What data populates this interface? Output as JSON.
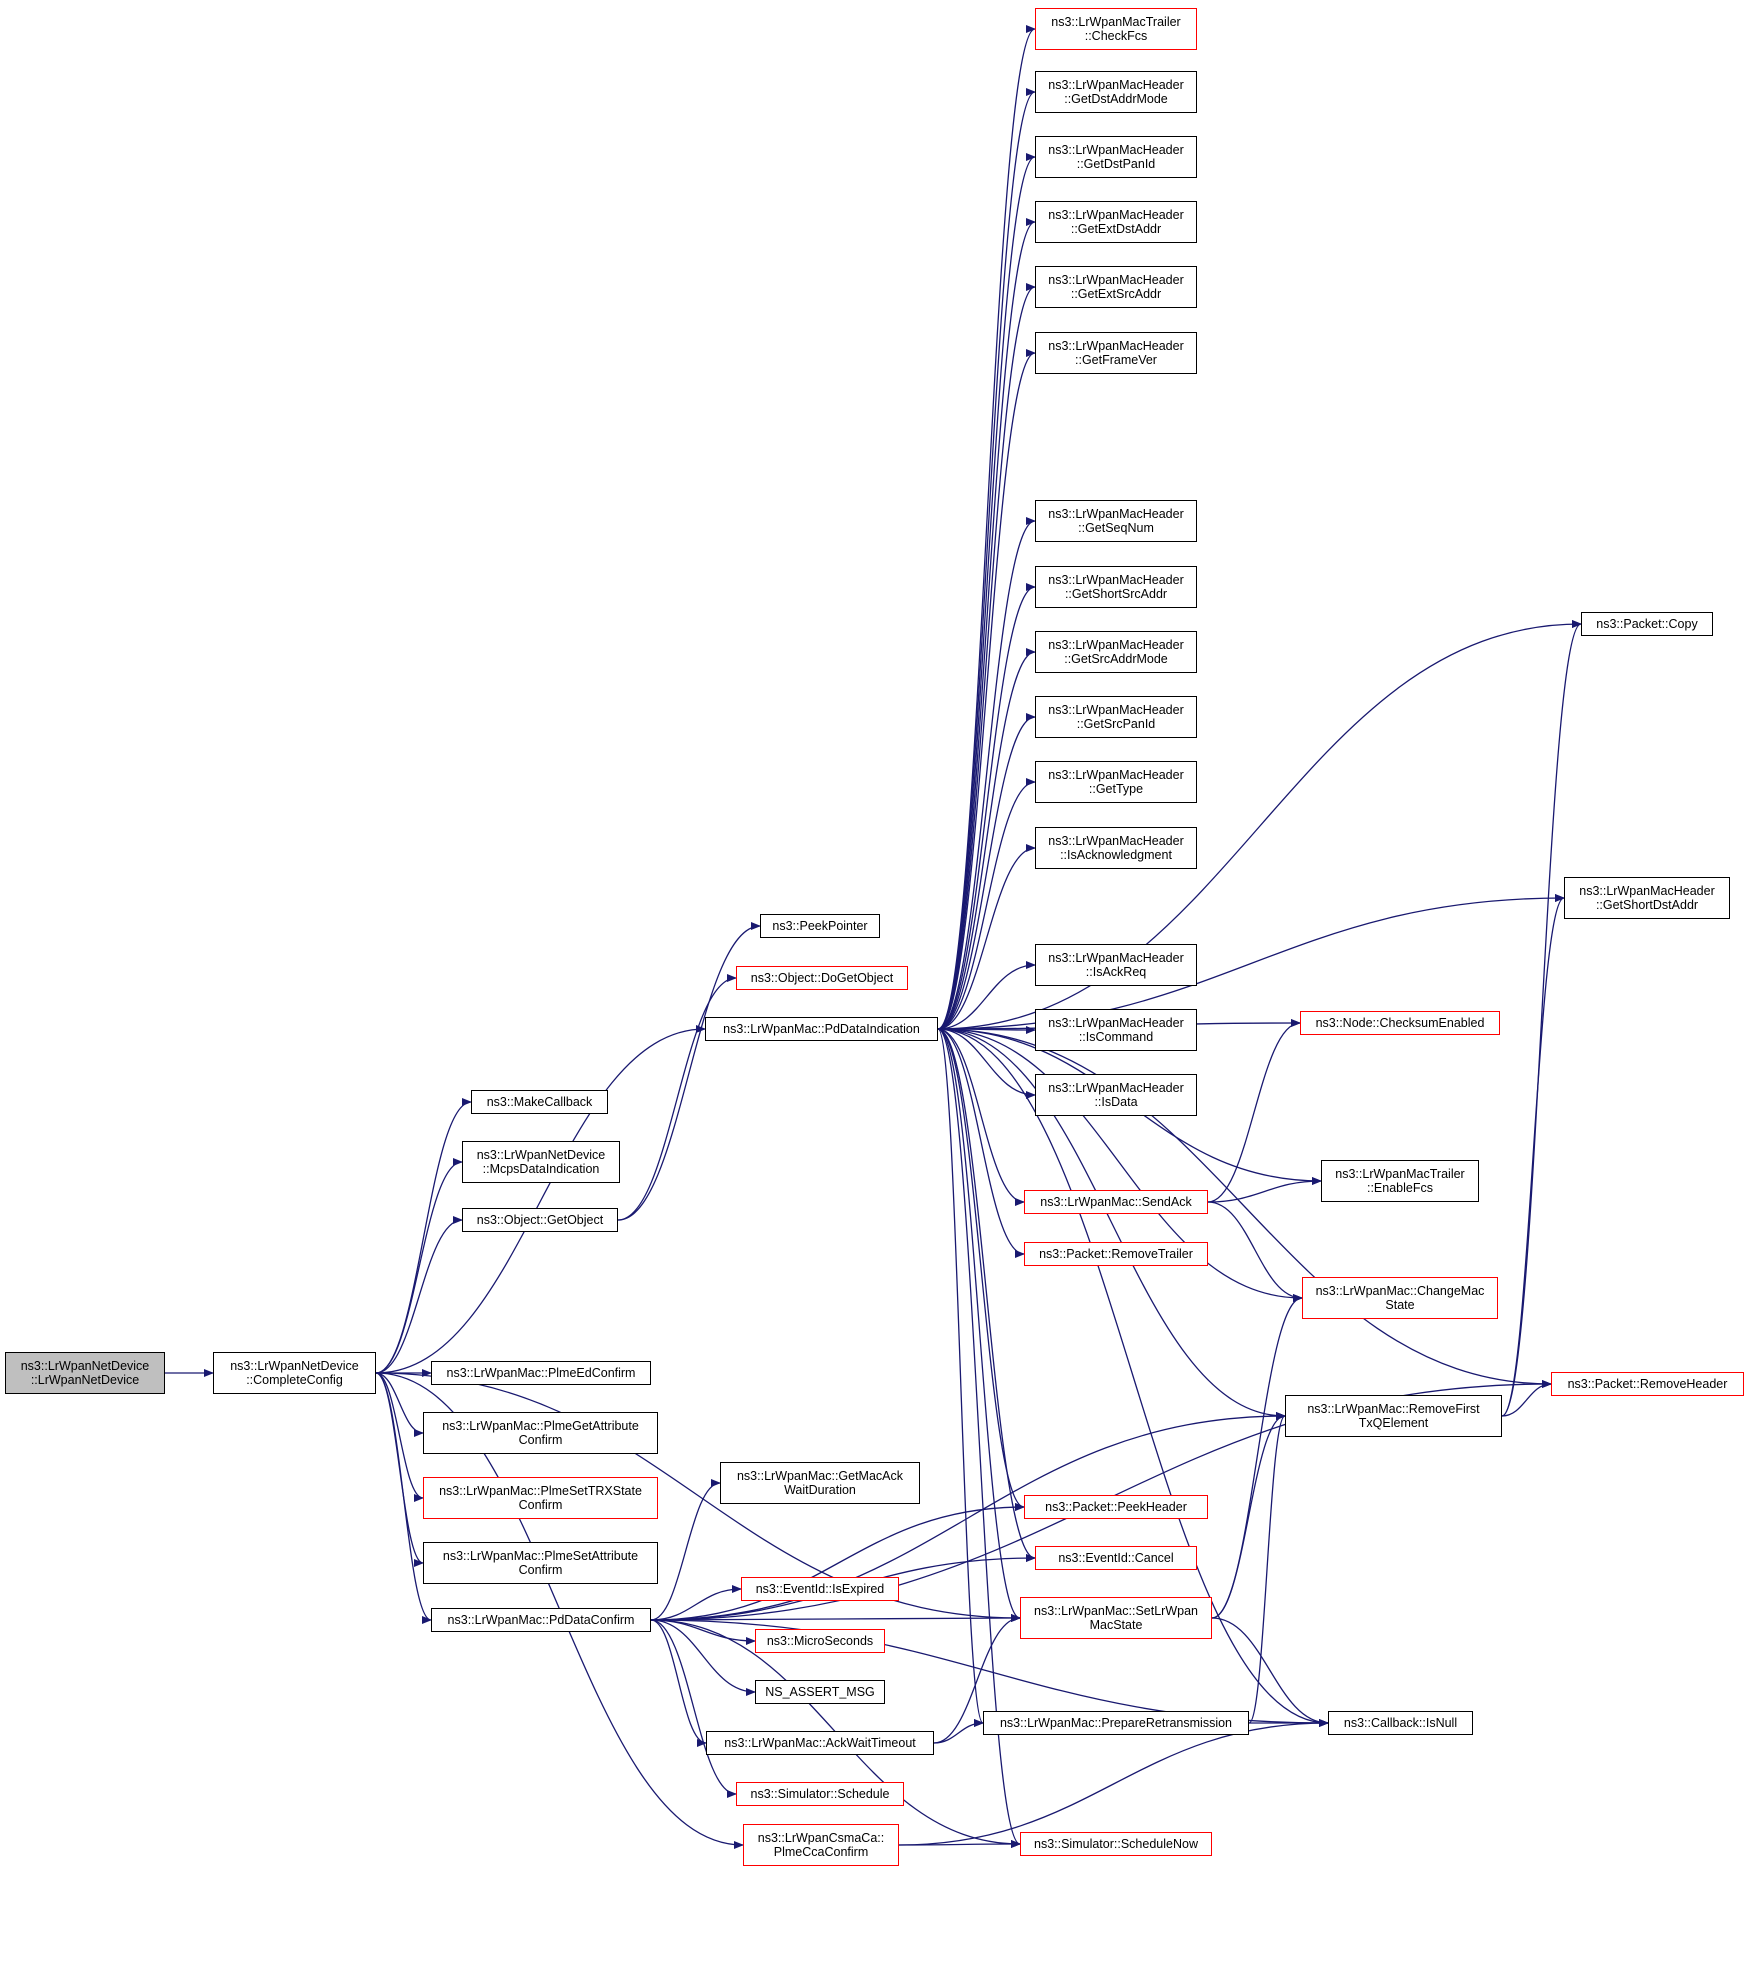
{
  "colors": {
    "edge": "#191970",
    "node_border": "#000000",
    "external_node_border": "#ff0000",
    "root_fill": "#bfbfbf",
    "background": "#ffffff"
  },
  "nodes": [
    {
      "id": "ctor",
      "lines": [
        "ns3::LrWpanNetDevice",
        "::LrWpanNetDevice"
      ],
      "style": "root"
    },
    {
      "id": "complete_config",
      "lines": [
        "ns3::LrWpanNetDevice",
        "::CompleteConfig"
      ],
      "style": "normal"
    },
    {
      "id": "make_callback",
      "lines": [
        "ns3::MakeCallback"
      ],
      "style": "normal"
    },
    {
      "id": "mcps_data_indication",
      "lines": [
        "ns3::LrWpanNetDevice",
        "::McpsDataIndication"
      ],
      "style": "normal"
    },
    {
      "id": "get_object",
      "lines": [
        "ns3::Object::GetObject"
      ],
      "style": "normal"
    },
    {
      "id": "plme_ed_confirm",
      "lines": [
        "ns3::LrWpanMac::PlmeEdConfirm"
      ],
      "style": "normal"
    },
    {
      "id": "plme_get_attribute_confirm",
      "lines": [
        "ns3::LrWpanMac::PlmeGetAttribute",
        "Confirm"
      ],
      "style": "normal"
    },
    {
      "id": "plme_set_trx_state_confirm",
      "lines": [
        "ns3::LrWpanMac::PlmeSetTRXState",
        "Confirm"
      ],
      "style": "external"
    },
    {
      "id": "plme_set_attribute_confirm",
      "lines": [
        "ns3::LrWpanMac::PlmeSetAttribute",
        "Confirm"
      ],
      "style": "normal"
    },
    {
      "id": "pd_data_confirm",
      "lines": [
        "ns3::LrWpanMac::PdDataConfirm"
      ],
      "style": "normal"
    },
    {
      "id": "csma_plme_cca_confirm",
      "lines": [
        "ns3::LrWpanCsmaCa::",
        "PlmeCcaConfirm"
      ],
      "style": "external"
    },
    {
      "id": "peek_pointer",
      "lines": [
        "ns3::PeekPointer"
      ],
      "style": "normal"
    },
    {
      "id": "do_get_object",
      "lines": [
        "ns3::Object::DoGetObject"
      ],
      "style": "external"
    },
    {
      "id": "pd_data_indication",
      "lines": [
        "ns3::LrWpanMac::PdDataIndication"
      ],
      "style": "normal"
    },
    {
      "id": "get_mac_ack_wait_duration",
      "lines": [
        "ns3::LrWpanMac::GetMacAck",
        "WaitDuration"
      ],
      "style": "normal"
    },
    {
      "id": "event_id_is_expired",
      "lines": [
        "ns3::EventId::IsExpired"
      ],
      "style": "external"
    },
    {
      "id": "micro_seconds",
      "lines": [
        "ns3::MicroSeconds"
      ],
      "style": "external"
    },
    {
      "id": "ns_assert_msg",
      "lines": [
        "NS_ASSERT_MSG"
      ],
      "style": "normal"
    },
    {
      "id": "ack_wait_timeout",
      "lines": [
        "ns3::LrWpanMac::AckWaitTimeout"
      ],
      "style": "normal"
    },
    {
      "id": "simulator_schedule",
      "lines": [
        "ns3::Simulator::Schedule"
      ],
      "style": "external"
    },
    {
      "id": "trailer_check_fcs",
      "lines": [
        "ns3::LrWpanMacTrailer",
        "::CheckFcs"
      ],
      "style": "external"
    },
    {
      "id": "get_dst_addr_mode",
      "lines": [
        "ns3::LrWpanMacHeader",
        "::GetDstAddrMode"
      ],
      "style": "normal"
    },
    {
      "id": "get_dst_pan_id",
      "lines": [
        "ns3::LrWpanMacHeader",
        "::GetDstPanId"
      ],
      "style": "normal"
    },
    {
      "id": "get_ext_dst_addr",
      "lines": [
        "ns3::LrWpanMacHeader",
        "::GetExtDstAddr"
      ],
      "style": "normal"
    },
    {
      "id": "get_ext_src_addr",
      "lines": [
        "ns3::LrWpanMacHeader",
        "::GetExtSrcAddr"
      ],
      "style": "normal"
    },
    {
      "id": "get_frame_ver",
      "lines": [
        "ns3::LrWpanMacHeader",
        "::GetFrameVer"
      ],
      "style": "normal"
    },
    {
      "id": "get_seq_num",
      "lines": [
        "ns3::LrWpanMacHeader",
        "::GetSeqNum"
      ],
      "style": "normal"
    },
    {
      "id": "get_short_src_addr",
      "lines": [
        "ns3::LrWpanMacHeader",
        "::GetShortSrcAddr"
      ],
      "style": "normal"
    },
    {
      "id": "get_src_addr_mode",
      "lines": [
        "ns3::LrWpanMacHeader",
        "::GetSrcAddrMode"
      ],
      "style": "normal"
    },
    {
      "id": "get_src_pan_id",
      "lines": [
        "ns3::LrWpanMacHeader",
        "::GetSrcPanId"
      ],
      "style": "normal"
    },
    {
      "id": "get_type",
      "lines": [
        "ns3::LrWpanMacHeader",
        "::GetType"
      ],
      "style": "normal"
    },
    {
      "id": "is_acknowledgment",
      "lines": [
        "ns3::LrWpanMacHeader",
        "::IsAcknowledgment"
      ],
      "style": "normal"
    },
    {
      "id": "is_ack_req",
      "lines": [
        "ns3::LrWpanMacHeader",
        "::IsAckReq"
      ],
      "style": "normal"
    },
    {
      "id": "is_command",
      "lines": [
        "ns3::LrWpanMacHeader",
        "::IsCommand"
      ],
      "style": "normal"
    },
    {
      "id": "is_data",
      "lines": [
        "ns3::LrWpanMacHeader",
        "::IsData"
      ],
      "style": "normal"
    },
    {
      "id": "send_ack",
      "lines": [
        "ns3::LrWpanMac::SendAck"
      ],
      "style": "external"
    },
    {
      "id": "packet_remove_trailer",
      "lines": [
        "ns3::Packet::RemoveTrailer"
      ],
      "style": "external"
    },
    {
      "id": "packet_peek_header",
      "lines": [
        "ns3::Packet::PeekHeader"
      ],
      "style": "external"
    },
    {
      "id": "event_id_cancel",
      "lines": [
        "ns3::EventId::Cancel"
      ],
      "style": "external"
    },
    {
      "id": "set_lr_wpan_mac_state",
      "lines": [
        "ns3::LrWpanMac::SetLrWpan",
        "MacState"
      ],
      "style": "external"
    },
    {
      "id": "prepare_retransmission",
      "lines": [
        "ns3::LrWpanMac::PrepareRetransmission"
      ],
      "style": "normal"
    },
    {
      "id": "simulator_schedule_now",
      "lines": [
        "ns3::Simulator::ScheduleNow"
      ],
      "style": "external"
    },
    {
      "id": "node_checksum_enabled",
      "lines": [
        "ns3::Node::ChecksumEnabled"
      ],
      "style": "external"
    },
    {
      "id": "trailer_enable_fcs",
      "lines": [
        "ns3::LrWpanMacTrailer",
        "::EnableFcs"
      ],
      "style": "normal"
    },
    {
      "id": "change_mac_state",
      "lines": [
        "ns3::LrWpanMac::ChangeMac",
        "State"
      ],
      "style": "external"
    },
    {
      "id": "remove_first_tx_q_element",
      "lines": [
        "ns3::LrWpanMac::RemoveFirst",
        "TxQElement"
      ],
      "style": "normal"
    },
    {
      "id": "callback_is_null",
      "lines": [
        "ns3::Callback::IsNull"
      ],
      "style": "normal"
    },
    {
      "id": "packet_copy",
      "lines": [
        "ns3::Packet::Copy"
      ],
      "style": "normal"
    },
    {
      "id": "get_short_dst_addr",
      "lines": [
        "ns3::LrWpanMacHeader",
        "::GetShortDstAddr"
      ],
      "style": "normal"
    },
    {
      "id": "packet_remove_header",
      "lines": [
        "ns3::Packet::RemoveHeader"
      ],
      "style": "external"
    }
  ],
  "edges": [
    [
      "ctor",
      "complete_config"
    ],
    [
      "complete_config",
      "make_callback"
    ],
    [
      "complete_config",
      "mcps_data_indication"
    ],
    [
      "complete_config",
      "get_object"
    ],
    [
      "complete_config",
      "pd_data_indication"
    ],
    [
      "complete_config",
      "plme_ed_confirm"
    ],
    [
      "complete_config",
      "plme_get_attribute_confirm"
    ],
    [
      "complete_config",
      "plme_set_trx_state_confirm"
    ],
    [
      "complete_config",
      "plme_set_attribute_confirm"
    ],
    [
      "complete_config",
      "pd_data_confirm"
    ],
    [
      "complete_config",
      "csma_plme_cca_confirm"
    ],
    [
      "complete_config",
      "set_lr_wpan_mac_state"
    ],
    [
      "get_object",
      "peek_pointer"
    ],
    [
      "get_object",
      "do_get_object"
    ],
    [
      "pd_data_indication",
      "trailer_check_fcs"
    ],
    [
      "pd_data_indication",
      "get_dst_addr_mode"
    ],
    [
      "pd_data_indication",
      "get_dst_pan_id"
    ],
    [
      "pd_data_indication",
      "get_ext_dst_addr"
    ],
    [
      "pd_data_indication",
      "get_ext_src_addr"
    ],
    [
      "pd_data_indication",
      "get_frame_ver"
    ],
    [
      "pd_data_indication",
      "packet_copy"
    ],
    [
      "pd_data_indication",
      "get_short_dst_addr"
    ],
    [
      "pd_data_indication",
      "get_seq_num"
    ],
    [
      "pd_data_indication",
      "get_short_src_addr"
    ],
    [
      "pd_data_indication",
      "get_src_addr_mode"
    ],
    [
      "pd_data_indication",
      "get_src_pan_id"
    ],
    [
      "pd_data_indication",
      "get_type"
    ],
    [
      "pd_data_indication",
      "is_acknowledgment"
    ],
    [
      "pd_data_indication",
      "node_checksum_enabled"
    ],
    [
      "pd_data_indication",
      "is_ack_req"
    ],
    [
      "pd_data_indication",
      "is_command"
    ],
    [
      "pd_data_indication",
      "is_data"
    ],
    [
      "pd_data_indication",
      "trailer_enable_fcs"
    ],
    [
      "pd_data_indication",
      "send_ack"
    ],
    [
      "pd_data_indication",
      "packet_remove_trailer"
    ],
    [
      "pd_data_indication",
      "change_mac_state"
    ],
    [
      "pd_data_indication",
      "packet_remove_header"
    ],
    [
      "pd_data_indication",
      "remove_first_tx_q_element"
    ],
    [
      "pd_data_indication",
      "packet_peek_header"
    ],
    [
      "pd_data_indication",
      "event_id_cancel"
    ],
    [
      "pd_data_indication",
      "set_lr_wpan_mac_state"
    ],
    [
      "pd_data_indication",
      "prepare_retransmission"
    ],
    [
      "pd_data_indication",
      "simulator_schedule_now"
    ],
    [
      "pd_data_indication",
      "callback_is_null"
    ],
    [
      "send_ack",
      "node_checksum_enabled"
    ],
    [
      "send_ack",
      "trailer_enable_fcs"
    ],
    [
      "send_ack",
      "change_mac_state"
    ],
    [
      "pd_data_confirm",
      "packet_remove_header"
    ],
    [
      "pd_data_confirm",
      "packet_peek_header"
    ],
    [
      "pd_data_confirm",
      "get_mac_ack_wait_duration"
    ],
    [
      "pd_data_confirm",
      "event_id_cancel"
    ],
    [
      "pd_data_confirm",
      "event_id_is_expired"
    ],
    [
      "pd_data_confirm",
      "set_lr_wpan_mac_state"
    ],
    [
      "pd_data_confirm",
      "micro_seconds"
    ],
    [
      "pd_data_confirm",
      "ns_assert_msg"
    ],
    [
      "pd_data_confirm",
      "ack_wait_timeout"
    ],
    [
      "pd_data_confirm",
      "simulator_schedule"
    ],
    [
      "pd_data_confirm",
      "simulator_schedule_now"
    ],
    [
      "pd_data_confirm",
      "callback_is_null"
    ],
    [
      "pd_data_confirm",
      "remove_first_tx_q_element"
    ],
    [
      "ack_wait_timeout",
      "set_lr_wpan_mac_state"
    ],
    [
      "ack_wait_timeout",
      "prepare_retransmission"
    ],
    [
      "prepare_retransmission",
      "remove_first_tx_q_element"
    ],
    [
      "prepare_retransmission",
      "callback_is_null"
    ],
    [
      "set_lr_wpan_mac_state",
      "change_mac_state"
    ],
    [
      "set_lr_wpan_mac_state",
      "remove_first_tx_q_element"
    ],
    [
      "set_lr_wpan_mac_state",
      "callback_is_null"
    ],
    [
      "remove_first_tx_q_element",
      "packet_remove_header"
    ],
    [
      "remove_first_tx_q_element",
      "packet_copy"
    ],
    [
      "remove_first_tx_q_element",
      "get_short_dst_addr"
    ],
    [
      "csma_plme_cca_confirm",
      "simulator_schedule_now"
    ],
    [
      "csma_plme_cca_confirm",
      "callback_is_null"
    ]
  ]
}
